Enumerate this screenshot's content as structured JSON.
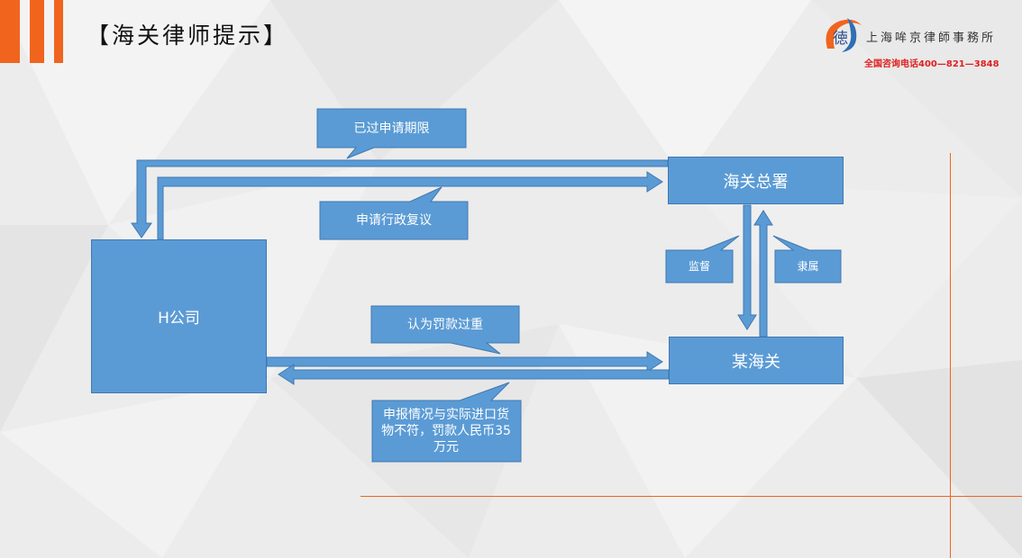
{
  "header": {
    "title": "【海关律师提示】",
    "logo_mark": "徳",
    "logo_name": "上海哞京律師事務所",
    "logo_phone": "全国咨询电话400—821—3848"
  },
  "diagram": {
    "nodes": {
      "company": "H公司",
      "gac": "海关总署",
      "local_customs": "某海关"
    },
    "callouts": {
      "expired": "已过申请期限",
      "review": "申请行政复议",
      "supervise": "监督",
      "subordinate": "隶属",
      "too_heavy": "认为罚款过重",
      "penalty": "申报情况与实际进口货物不符，罚款人民币35万元"
    }
  },
  "colors": {
    "accent_orange": "#f0641e",
    "box_blue": "#5b9bd5",
    "phone_red": "#e02020"
  }
}
